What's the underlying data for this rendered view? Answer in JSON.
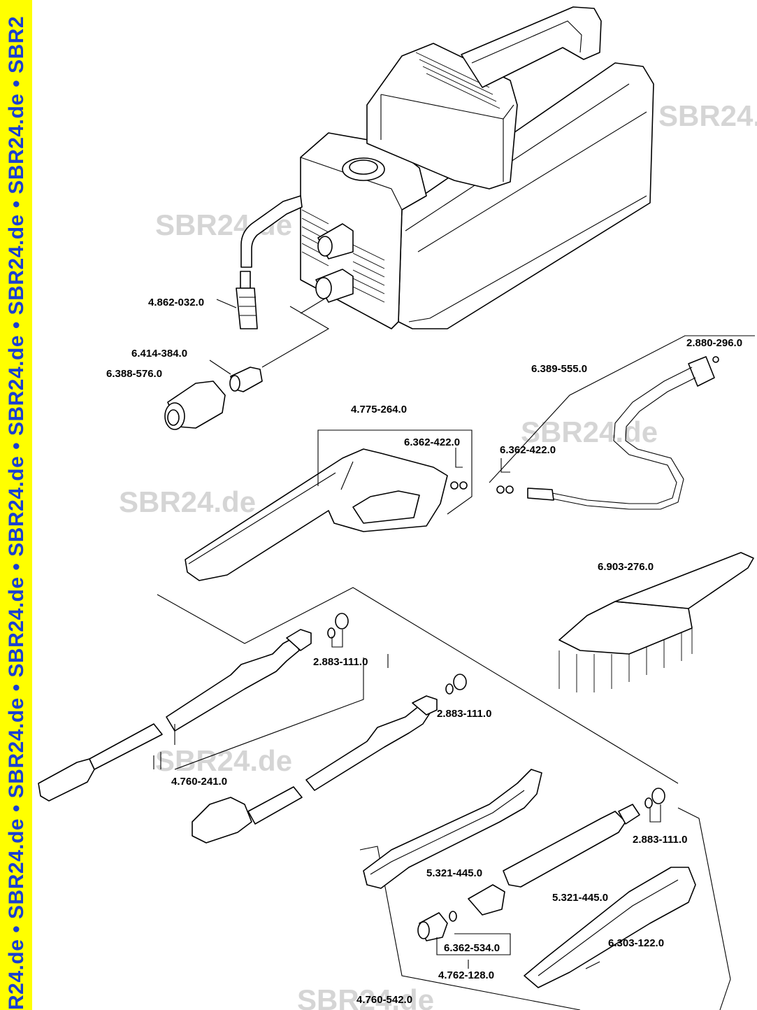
{
  "sidebar": {
    "brand_text": "R24.de • SBR24.de • SBR24.de • SBR24.de • SBR24.de • SBR24.de • SBR24.de • SBR24.de • SBR2"
  },
  "watermark": "SBR24.de",
  "brand_colors": {
    "sidebar_bg": "#ffff00",
    "sidebar_text": "#1a3fd0",
    "watermark": "#c8c8c8"
  },
  "labels": {
    "filter": "4.862-032.0",
    "adapter_nipple": "6.414-384.0",
    "coupling": "6.388-576.0",
    "gun": "4.775-264.0",
    "gun_oring": "6.362-422.0",
    "hose": "6.389-555.0",
    "hose_oring_top": "2.880-296.0",
    "hose_oring_end": "6.362-422.0",
    "brush": "6.903-276.0",
    "lance1_oring": "2.883-111.0",
    "lance2_oring": "2.883-111.0",
    "lance_main": "4.760-241.0",
    "lance3_oring": "2.883-111.0",
    "grip_left": "5.321-445.0",
    "grip_right": "5.321-445.0",
    "screw": "6.303-122.0",
    "nozzle_oring": "6.362-534.0",
    "nozzle": "4.762-128.0",
    "lance_assembly": "4.760-542.0"
  }
}
